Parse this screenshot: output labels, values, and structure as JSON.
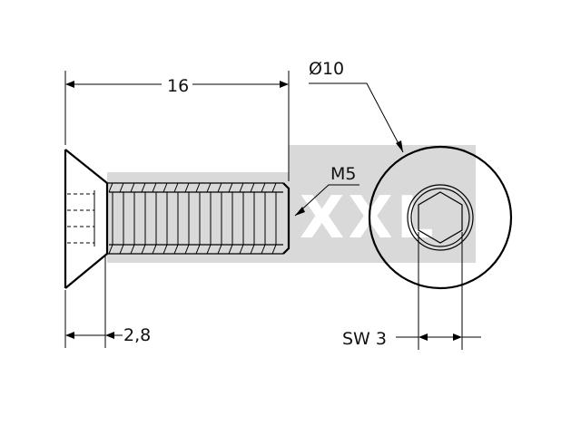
{
  "watermark": {
    "text": "XXL",
    "color": "#d9d9d9"
  },
  "dimensions": {
    "length": "16",
    "head_diameter": "Ø10",
    "thread": "M5",
    "head_height": "2,8",
    "socket": "SW 3"
  },
  "colors": {
    "line": "#000000",
    "background": "#ffffff"
  }
}
